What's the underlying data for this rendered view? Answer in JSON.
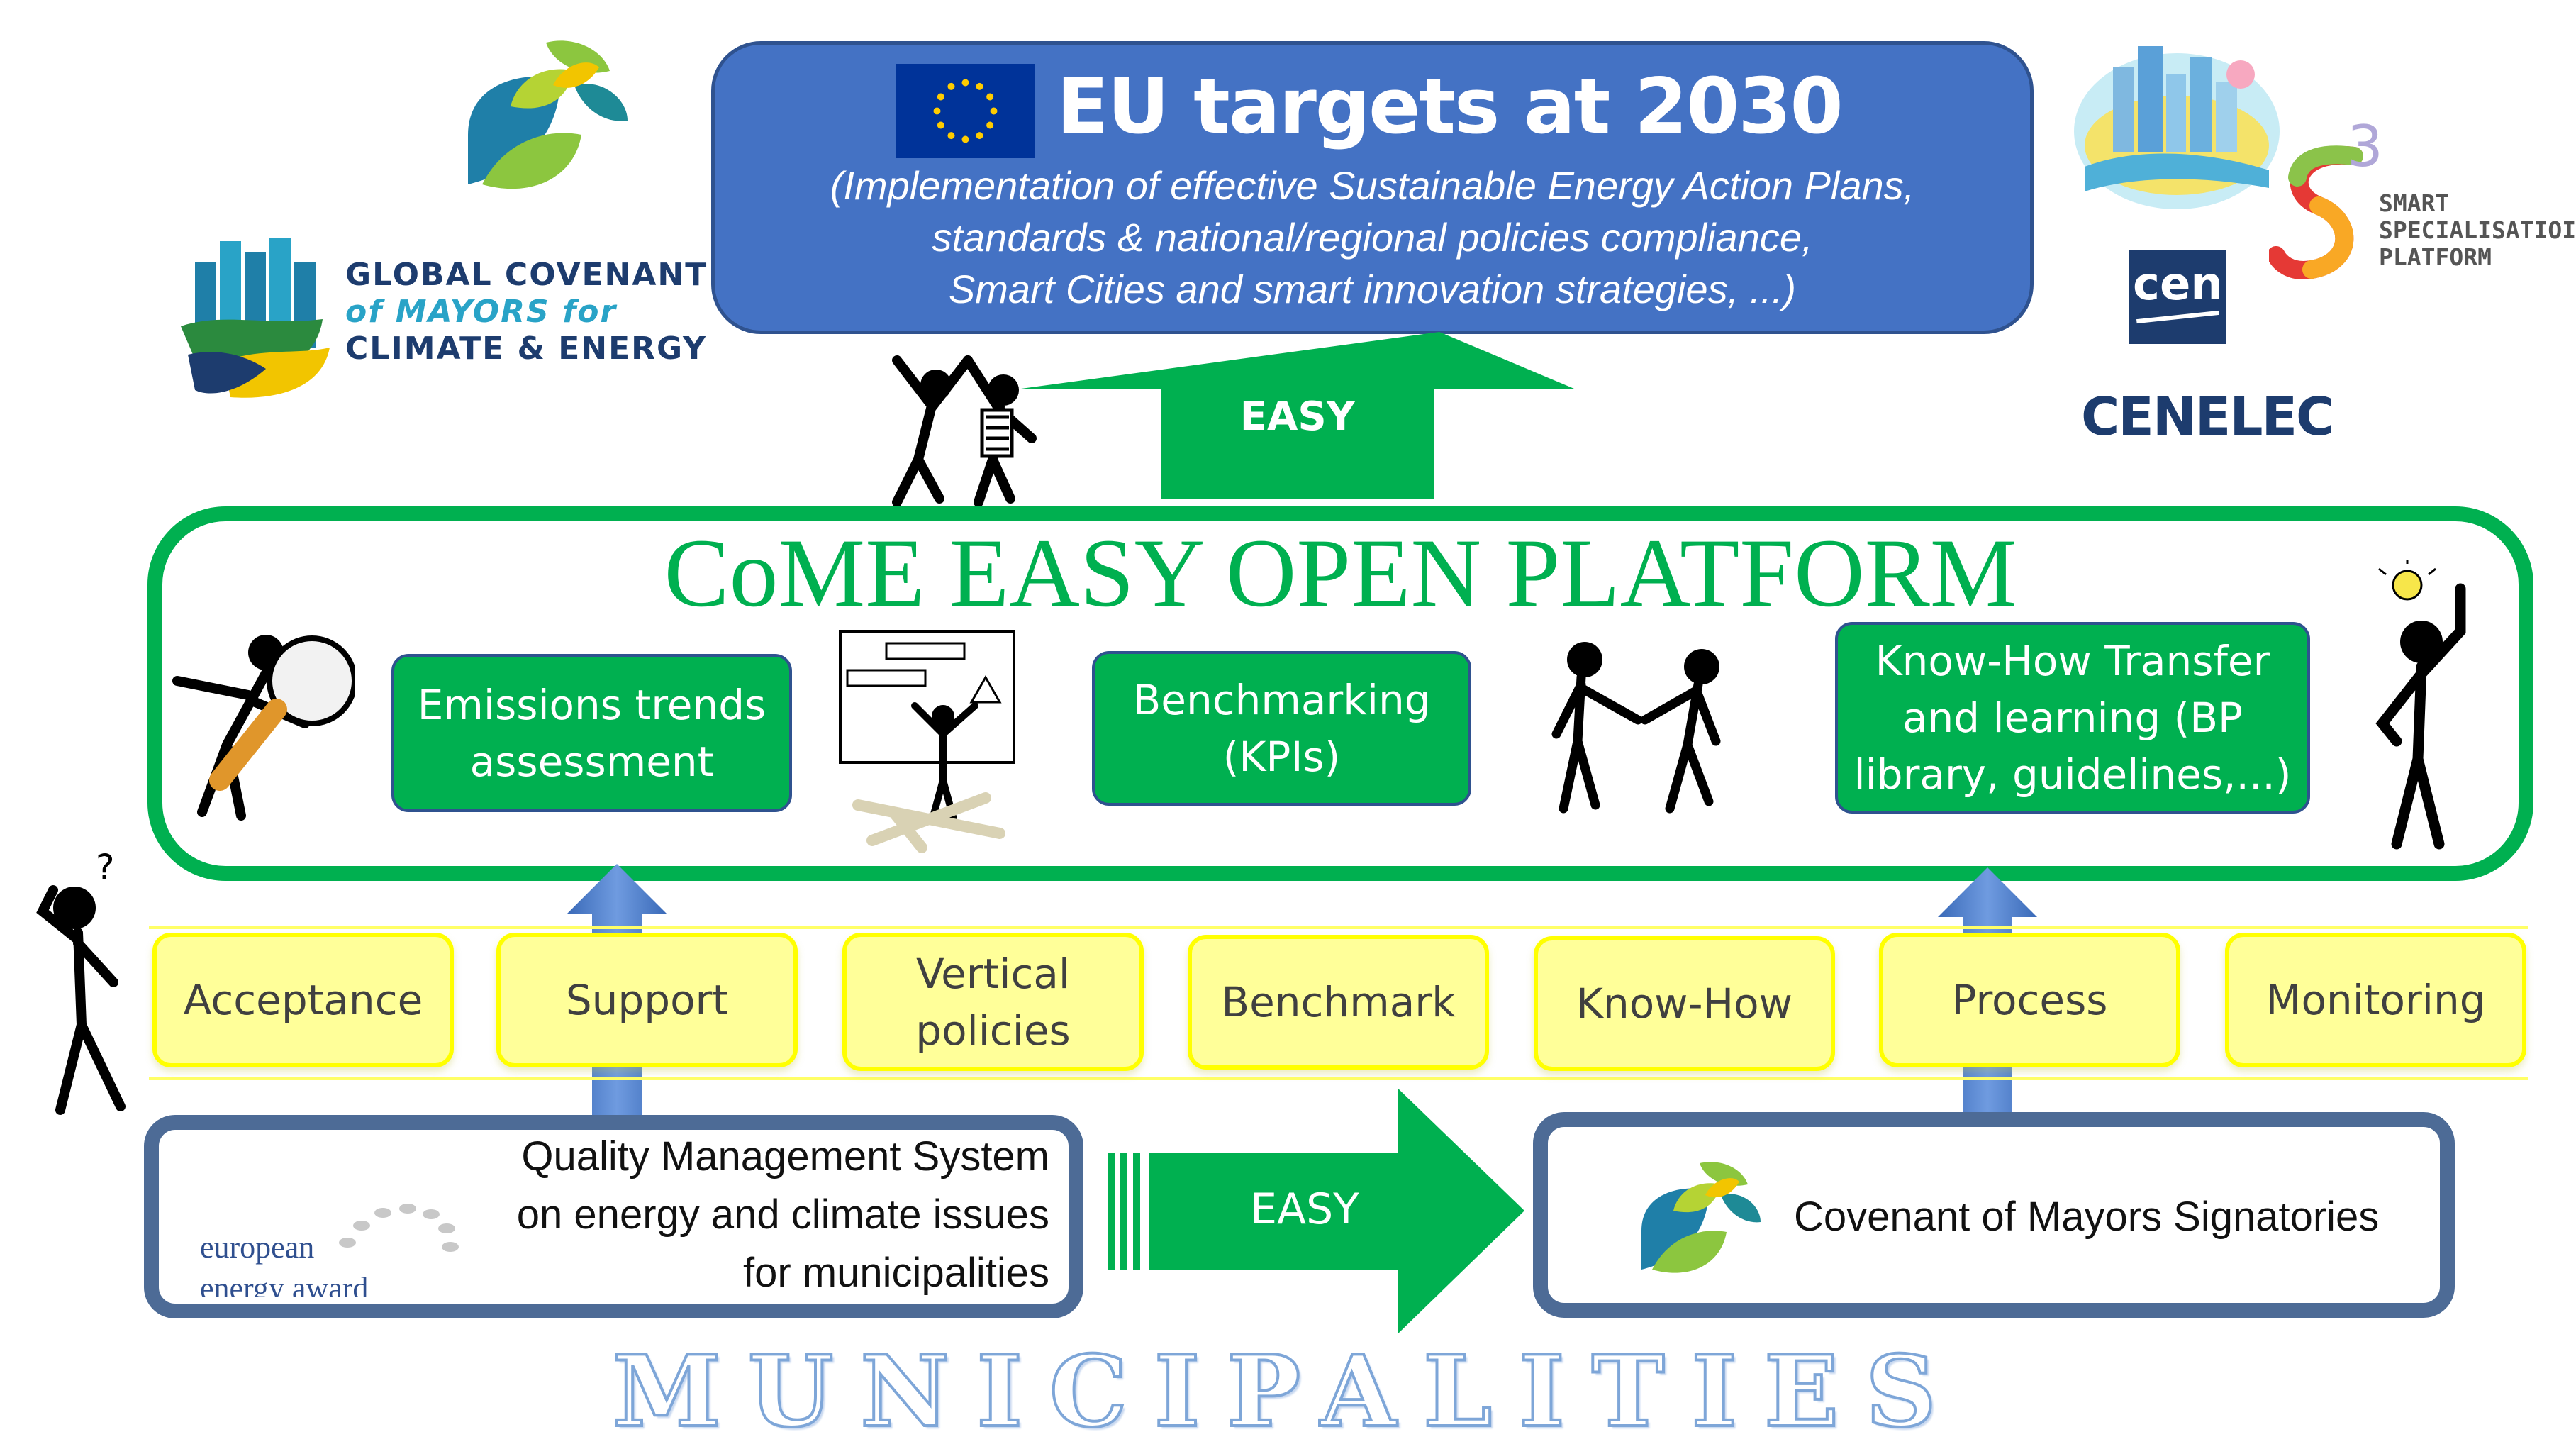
{
  "eu_targets": {
    "title": "EU targets at 2030",
    "subtitle_lines": [
      "(Implementation of effective Sustainable Energy Action Plans,",
      "standards & national/regional policies compliance,",
      "Smart Cities and smart innovation strategies, ...)"
    ]
  },
  "arrow_up_label": "EASY",
  "platform": {
    "title": "CoME EASY OPEN PLATFORM",
    "boxes": [
      {
        "label_lines": [
          "Emissions trends",
          "assessment"
        ]
      },
      {
        "label_lines": [
          "Benchmarking",
          "(KPIs)"
        ]
      },
      {
        "label_lines": [
          "Know-How Transfer",
          "and learning (BP",
          "library, guidelines,...)"
        ]
      }
    ]
  },
  "pillars": [
    "Acceptance",
    "Support",
    "Vertical policies",
    "Benchmark",
    "Know-How",
    "Process",
    "Monitoring"
  ],
  "pillars_split": {
    "vertical_line1": "Vertical",
    "vertical_line2": "policies"
  },
  "qms": {
    "lines": [
      "Quality Management System",
      "on energy and climate issues",
      "for municipalities"
    ],
    "logo_lines": [
      "european",
      "energy award"
    ]
  },
  "arrow_right_label": "EASY",
  "com": {
    "label": "Covenant of Mayors Signatories"
  },
  "logos": {
    "global_covenant": [
      "GLOBAL COVENANT",
      "of MAYORS for",
      "CLIMATE & ENERGY"
    ],
    "s3": [
      "SMART",
      "SPECIALISATIOI",
      "PLATFORM"
    ],
    "s3_number": "3",
    "cen": "cen",
    "cenelec": "CENELEC"
  },
  "footer": "MUNICIPALITIES",
  "colors": {
    "green": "#00b050",
    "blue": "#4472c4",
    "yellow": "#ffff99",
    "frame": "#4d6b96"
  }
}
